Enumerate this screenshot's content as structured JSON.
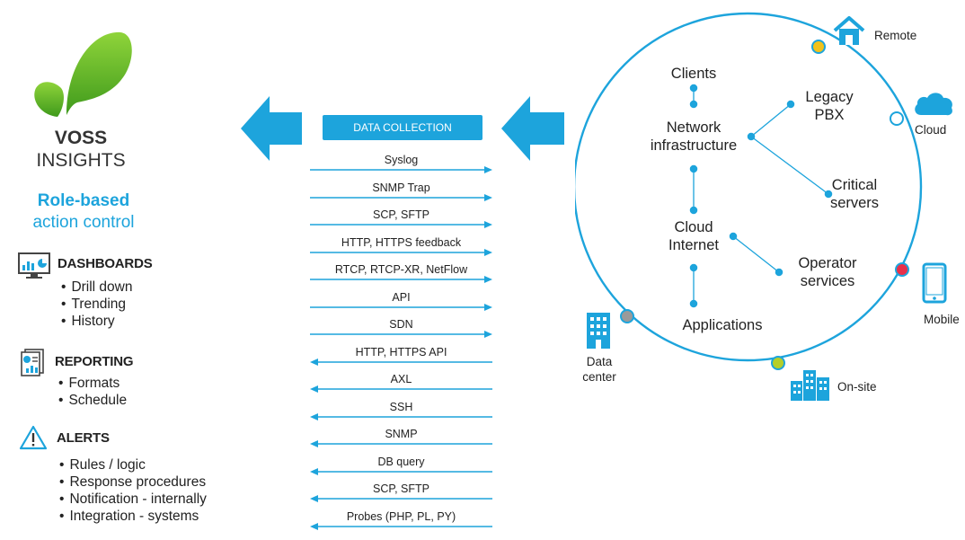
{
  "brand": {
    "line1": "VOSS",
    "line2": "INSIGHTS"
  },
  "tagline": {
    "line1": "Role-based",
    "line2": "action control"
  },
  "sections": [
    {
      "title": "DASHBOARDS",
      "icon": "dashboard-monitor-icon",
      "items": [
        "Drill down",
        "Trending",
        "History"
      ]
    },
    {
      "title": "REPORTING",
      "icon": "report-document-icon",
      "items": [
        "Formats",
        "Schedule"
      ]
    },
    {
      "title": "ALERTS",
      "icon": "warning-triangle-icon",
      "items": [
        "Rules / logic",
        "Response procedures",
        "Notification - internally",
        "Integration - systems"
      ]
    }
  ],
  "data_collection": {
    "label": "DATA COLLECTION",
    "protocols": [
      {
        "label": "Syslog",
        "direction": "right"
      },
      {
        "label": "SNMP Trap",
        "direction": "right"
      },
      {
        "label": "SCP, SFTP",
        "direction": "right"
      },
      {
        "label": "HTTP, HTTPS feedback",
        "direction": "right"
      },
      {
        "label": "RTCP, RTCP-XR, NetFlow",
        "direction": "right"
      },
      {
        "label": "API",
        "direction": "right"
      },
      {
        "label": "SDN",
        "direction": "right"
      },
      {
        "label": "HTTP, HTTPS API",
        "direction": "left"
      },
      {
        "label": "AXL",
        "direction": "left"
      },
      {
        "label": "SSH",
        "direction": "left"
      },
      {
        "label": "SNMP",
        "direction": "left"
      },
      {
        "label": "DB query",
        "direction": "left"
      },
      {
        "label": "SCP, SFTP",
        "direction": "left"
      },
      {
        "label": "Probes (PHP, PL, PY)",
        "direction": "left"
      }
    ]
  },
  "network": {
    "clients": "Clients",
    "infra": [
      "Network",
      "infrastructure"
    ],
    "legacy_pbx": [
      "Legacy",
      "PBX"
    ],
    "critical_servers": [
      "Critical",
      "servers"
    ],
    "cloud_internet": [
      "Cloud",
      "Internet"
    ],
    "operator_services": [
      "Operator",
      "services"
    ],
    "applications": "Applications"
  },
  "locations": {
    "remote": "Remote",
    "cloud": "Cloud",
    "mobile": "Mobile",
    "onsite": "On-site",
    "datacenter": [
      "Data",
      "center"
    ]
  },
  "colors": {
    "accent": "#1da4dc",
    "leaf_green": "#6cbf2b",
    "remote_dot": "#f2c21b",
    "mobile_dot": "#e8304a",
    "onsite_dot": "#b5cf2a",
    "datacenter_dot": "#9a9a9a"
  }
}
